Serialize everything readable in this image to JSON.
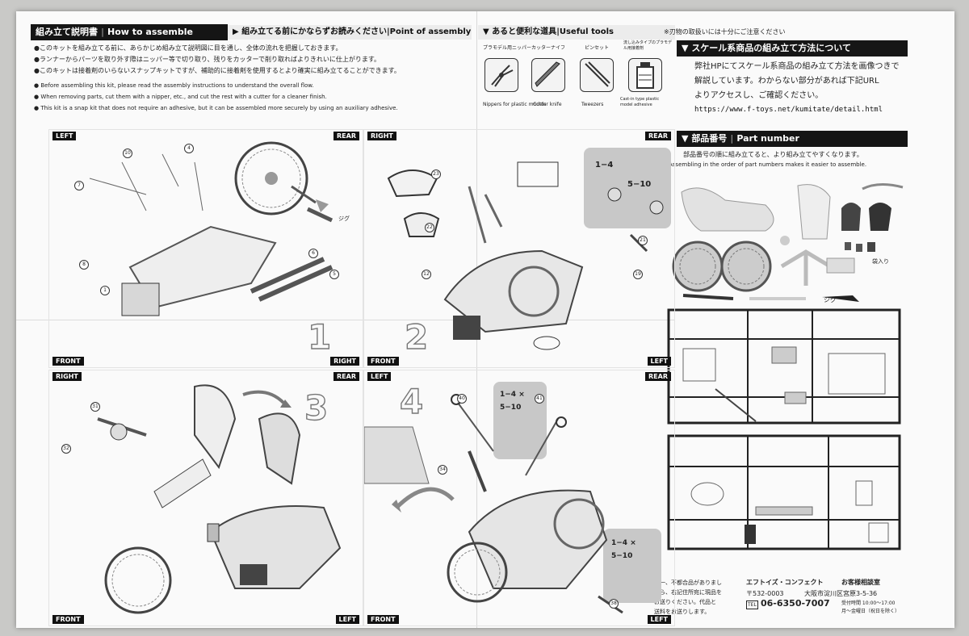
{
  "header": {
    "assemble_title": "組み立て説明書",
    "assemble_title_en": "How to assemble",
    "read_first": "組み立てる前にかならずお読みください",
    "point_of_assembly": "Point of assembly",
    "notes_jp": [
      "●このキットを組み立てる前に、あらかじめ組み立て説明図に目を通し、全体の流れを把握しておきます。",
      "●ランナーからパーツを取り外す際はニッパー等で切り取り、残りをカッターで削り取ればよりきれいに仕上がります。",
      "●このキットは接着剤のいらないスナップキットですが、補助的に接着剤を使用するとより確実に組み立てることができます。"
    ],
    "notes_en": [
      "● Before assembling this kit, please read the assembly instructions to understand the overall flow.",
      "● When removing parts, cut them with a nipper, etc., and cut the rest with a cutter for a cleaner finish.",
      "● This kit is a snap kit that does not require an adhesive, but it can be assembled more securely by using an auxiliary adhesive."
    ]
  },
  "tools": {
    "title": "あると便利な道具",
    "title_en": "Useful tools",
    "caution": "※刃物の取扱いには十分にご注意ください",
    "items": [
      {
        "jp": "プラモデル用ニッパー",
        "en": "Nippers for plastic models"
      },
      {
        "jp": "カッターナイフ",
        "en": "Cutter knife"
      },
      {
        "jp": "ピンセット",
        "en": "Tweezers"
      },
      {
        "jp": "流し込みタイプのプラモデル用接着剤",
        "en": "Cast-in type plastic model adhesive"
      }
    ]
  },
  "scale_info": {
    "title": "スケール系商品の組み立て方法について",
    "body_lines": [
      "弊社HPにてスケール系商品の組み立て方法を画像つきで",
      "解説しています。わからない部分があれば下記URL",
      "よりアクセスし、ご確認ください。"
    ],
    "url": "https://www.f-toys.net/kumitate/detail.html"
  },
  "part_number": {
    "title": "部品番号",
    "title_en": "Part number",
    "desc_jp": "部品番号の順に組み立てると、より組み立てやすくなります。",
    "desc_en": "Assembling in the order of part numbers makes it easier to assemble.",
    "bag_label": "袋入り",
    "jig_label": "ジグ"
  },
  "steps": [
    {
      "number": "1",
      "tag_left": "LEFT",
      "tag_right": "REAR",
      "tag_bottom_left": "FRONT",
      "tag_bottom_right": "RIGHT",
      "jig": "ジグ"
    },
    {
      "number": "2",
      "tag_left": "RIGHT",
      "tag_right": "REAR",
      "tag_bottom_left": "FRONT",
      "tag_bottom_right": "LEFT",
      "range_a": "1−4",
      "range_b": "5−10"
    },
    {
      "number": "3",
      "tag_left": "RIGHT",
      "tag_right": "REAR",
      "tag_bottom_left": "FRONT",
      "tag_bottom_right": "LEFT"
    },
    {
      "number": "4",
      "tag_left": "LEFT",
      "tag_right": "REAR",
      "tag_bottom_left": "FRONT",
      "tag_bottom_right": "LEFT",
      "range_a": "1−4 ×",
      "range_b": "5−10"
    }
  ],
  "contact": {
    "note_lines": [
      "万一、不都合品がありまし",
      "たら、右記住所宛に現品を",
      "お送りください。代品と",
      "送料をお送りします。"
    ],
    "company": "エフトイズ・コンフェクト",
    "desk": "お客様相談室",
    "zip": "〒532-0003",
    "address": "大阪市淀川区宮原3-5-36",
    "tel": "06-6350-7007",
    "hours": "受付時間 10:00〜17:00",
    "days": "月〜金曜日（祝日を除く）"
  }
}
